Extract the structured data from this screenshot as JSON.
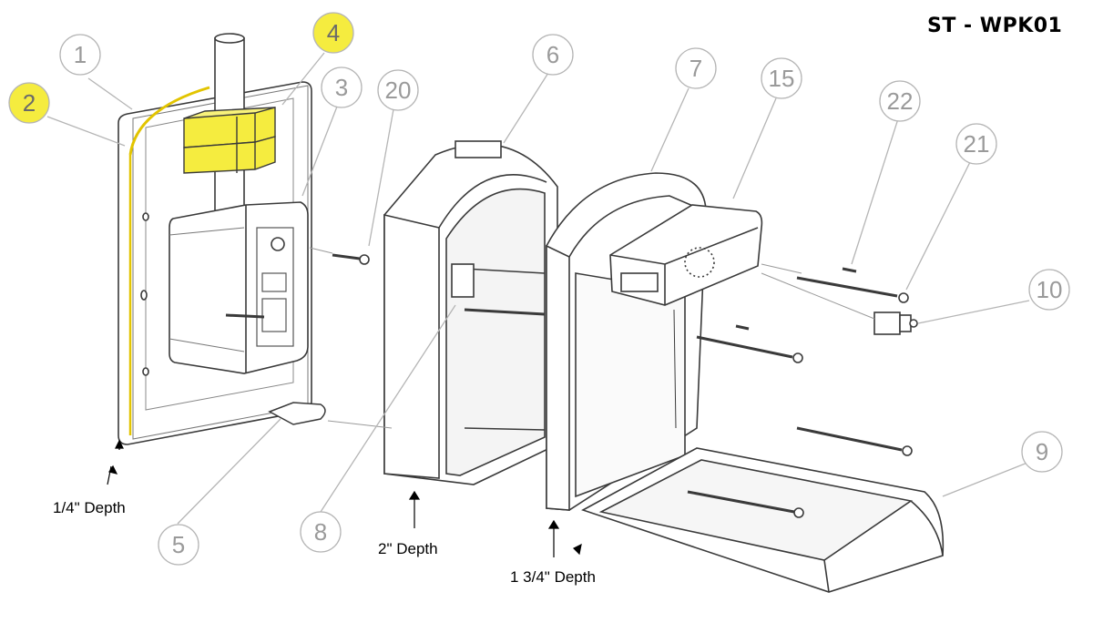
{
  "title": "ST - WPK01",
  "depth_labels": {
    "quarter": "1/4\" Depth",
    "two": "2\" Depth",
    "one_three_quarter": "1 3/4\" Depth"
  },
  "callouts": [
    {
      "id": "1",
      "highlighted": false
    },
    {
      "id": "2",
      "highlighted": true
    },
    {
      "id": "3",
      "highlighted": false
    },
    {
      "id": "4",
      "highlighted": true
    },
    {
      "id": "5",
      "highlighted": false
    },
    {
      "id": "6",
      "highlighted": false
    },
    {
      "id": "7",
      "highlighted": false
    },
    {
      "id": "8",
      "highlighted": false
    },
    {
      "id": "9",
      "highlighted": false
    },
    {
      "id": "10",
      "highlighted": false
    },
    {
      "id": "15",
      "highlighted": false
    },
    {
      "id": "20",
      "highlighted": false
    },
    {
      "id": "21",
      "highlighted": false
    },
    {
      "id": "22",
      "highlighted": false
    }
  ],
  "colors": {
    "highlight": "#f5ec3f",
    "callout_stroke": "#b5b5b5",
    "callout_text": "#9a9a9a",
    "line": "#3a3a3a"
  }
}
